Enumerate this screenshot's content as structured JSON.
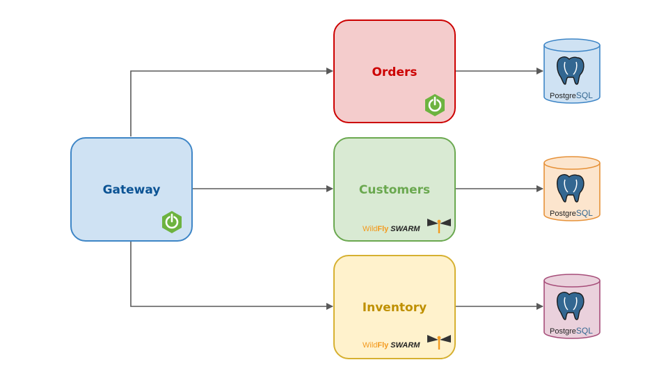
{
  "nodes": {
    "gateway": {
      "label": "Gateway",
      "color": "#0b5394",
      "fill": "#cfe2f3",
      "stroke": "#3d85c6"
    },
    "orders": {
      "label": "Orders",
      "color": "#cc0000",
      "fill": "#f4cccc",
      "stroke": "#cc0000"
    },
    "customers": {
      "label": "Customers",
      "color": "#6aa84f",
      "fill": "#d9ead3",
      "stroke": "#6aa84f"
    },
    "inventory": {
      "label": "Inventory",
      "color": "#bf9000",
      "fill": "#fff2cc",
      "stroke": "#d6b030"
    }
  },
  "databases": [
    {
      "label_prefix": "Postgre",
      "label_suffix": "SQL",
      "fill": "#cfe2f3",
      "stroke": "#3d85c6"
    },
    {
      "label_prefix": "Postgre",
      "label_suffix": "SQL",
      "fill": "#fce5cd",
      "stroke": "#e69138"
    },
    {
      "label_prefix": "Postgre",
      "label_suffix": "SQL",
      "fill": "#ead1dc",
      "stroke": "#a64d79"
    }
  ],
  "logos": {
    "wildfly_prefix": "Wild",
    "wildfly_fly": "Fly",
    "wildfly_swarm": "SWARM",
    "spring_icon": "spring-power-icon",
    "postgres_icon": "elephant-icon"
  },
  "colors": {
    "arrow": "#595959",
    "spring": "#6db33f",
    "wildfly_orange": "#f39a1e"
  }
}
